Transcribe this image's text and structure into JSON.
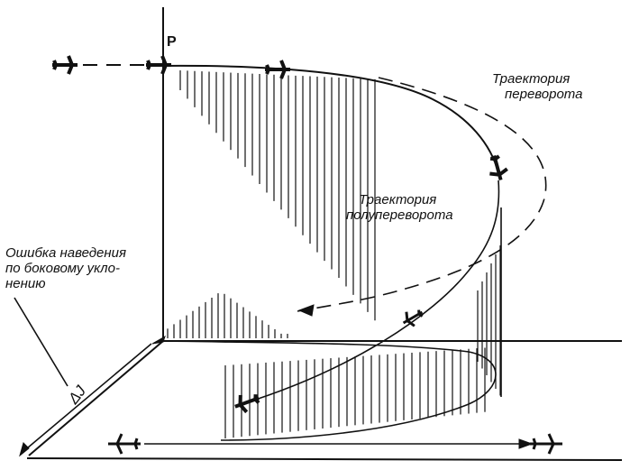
{
  "labels": {
    "point": "P",
    "roll_trajectory_line1": "Траектория",
    "roll_trajectory_line2": "переворота",
    "half_roll_trajectory_line1": "Траектория",
    "half_roll_trajectory_line2": "полупереворота",
    "error_line1": "Ошибка наведения",
    "error_line2": "по боковому укло-",
    "error_line3": "нению",
    "delta": "ΔJ"
  },
  "colors": {
    "ink": "#111111",
    "background": "#ffffff"
  },
  "icons": [
    "aircraft-icon"
  ]
}
